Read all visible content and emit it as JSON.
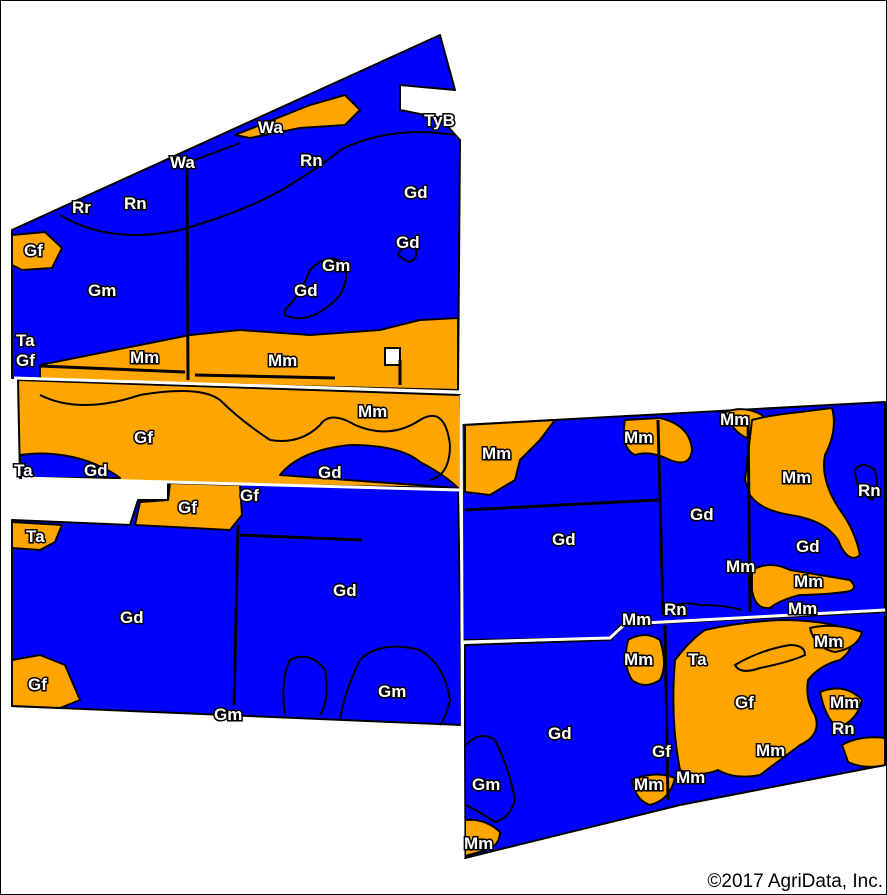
{
  "copyright": "©2017 AgriData, Inc.",
  "colors": {
    "blue_zone": "#0000ff",
    "orange_zone": "#ffa500",
    "outline": "#000000"
  },
  "labels": [
    {
      "id": "wa1",
      "text": "Wa"
    },
    {
      "id": "tyb",
      "text": "TyB"
    },
    {
      "id": "wa2",
      "text": "Wa"
    },
    {
      "id": "rn1",
      "text": "Rn"
    },
    {
      "id": "rr",
      "text": "Rr"
    },
    {
      "id": "rn2",
      "text": "Rn"
    },
    {
      "id": "gd1",
      "text": "Gd"
    },
    {
      "id": "gf1",
      "text": "Gf"
    },
    {
      "id": "gd2",
      "text": "Gd"
    },
    {
      "id": "gm1",
      "text": "Gm"
    },
    {
      "id": "gm2",
      "text": "Gm"
    },
    {
      "id": "gd3",
      "text": "Gd"
    },
    {
      "id": "ta1",
      "text": "Ta"
    },
    {
      "id": "gf2",
      "text": "Gf"
    },
    {
      "id": "mm1",
      "text": "Mm"
    },
    {
      "id": "mm2",
      "text": "Mm"
    },
    {
      "id": "mm3",
      "text": "Mm"
    },
    {
      "id": "gf3",
      "text": "Gf"
    },
    {
      "id": "ta2",
      "text": "Ta"
    },
    {
      "id": "gd4",
      "text": "Gd"
    },
    {
      "id": "gd5",
      "text": "Gd"
    },
    {
      "id": "gf4",
      "text": "Gf"
    },
    {
      "id": "gf5",
      "text": "Gf"
    },
    {
      "id": "ta3",
      "text": "Ta"
    },
    {
      "id": "gd6",
      "text": "Gd"
    },
    {
      "id": "gd7",
      "text": "Gd"
    },
    {
      "id": "gf6",
      "text": "Gf"
    },
    {
      "id": "gm3",
      "text": "Gm"
    },
    {
      "id": "gm4",
      "text": "Gm"
    },
    {
      "id": "mm4",
      "text": "Mm"
    },
    {
      "id": "mm5",
      "text": "Mm"
    },
    {
      "id": "mm6",
      "text": "Mm"
    },
    {
      "id": "mm7",
      "text": "Mm"
    },
    {
      "id": "rn3",
      "text": "Rn"
    },
    {
      "id": "gd8",
      "text": "Gd"
    },
    {
      "id": "gd9",
      "text": "Gd"
    },
    {
      "id": "gd10",
      "text": "Gd"
    },
    {
      "id": "mm8",
      "text": "Mm"
    },
    {
      "id": "mm9",
      "text": "Mm"
    },
    {
      "id": "mm10",
      "text": "Mm"
    },
    {
      "id": "mm11",
      "text": "Mm"
    },
    {
      "id": "rn4",
      "text": "Rn"
    },
    {
      "id": "mm12",
      "text": "Mm"
    },
    {
      "id": "mm13",
      "text": "Mm"
    },
    {
      "id": "ta4",
      "text": "Ta"
    },
    {
      "id": "gf7",
      "text": "Gf"
    },
    {
      "id": "mm14",
      "text": "Mm"
    },
    {
      "id": "rn5",
      "text": "Rn"
    },
    {
      "id": "gd11",
      "text": "Gd"
    },
    {
      "id": "gf8",
      "text": "Gf"
    },
    {
      "id": "mm15",
      "text": "Mm"
    },
    {
      "id": "mm16",
      "text": "Mm"
    },
    {
      "id": "mm17",
      "text": "Mm"
    },
    {
      "id": "gm5",
      "text": "Gm"
    },
    {
      "id": "mm18",
      "text": "Mm"
    }
  ]
}
